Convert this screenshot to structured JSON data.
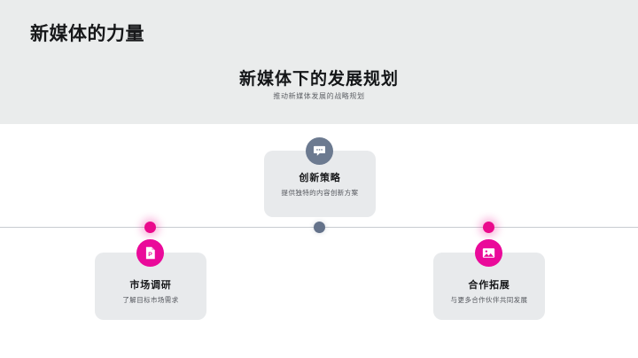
{
  "header": {
    "page_title": "新媒体的力量",
    "main_title": "新媒体下的发展规划",
    "main_subtitle": "推动新媒体发展的战略规划",
    "band_color": "#eaecec"
  },
  "theme": {
    "accent_color": "#ea0a8c",
    "muted_color": "#6c7a90",
    "card_bg": "#e8eaec",
    "line_color": "#c8ccd1",
    "title_color": "#17181a",
    "desc_color": "#53565c"
  },
  "timeline": {
    "nodes": [
      {
        "color": "#ea0a8c",
        "variant": "accent"
      },
      {
        "color": "#64728a",
        "variant": "muted"
      },
      {
        "color": "#ea0a8c",
        "variant": "accent"
      }
    ]
  },
  "cards": [
    {
      "title": "市场调研",
      "description": "了解目标市场需求",
      "icon": "file-p-icon",
      "icon_variant": "accent",
      "position": "below"
    },
    {
      "title": "创新策略",
      "description": "提供独特的内容创新方案",
      "icon": "chat-bubble-icon",
      "icon_variant": "muted",
      "position": "above"
    },
    {
      "title": "合作拓展",
      "description": "与更多合作伙伴共同发展",
      "icon": "image-icon",
      "icon_variant": "accent",
      "position": "below"
    }
  ]
}
